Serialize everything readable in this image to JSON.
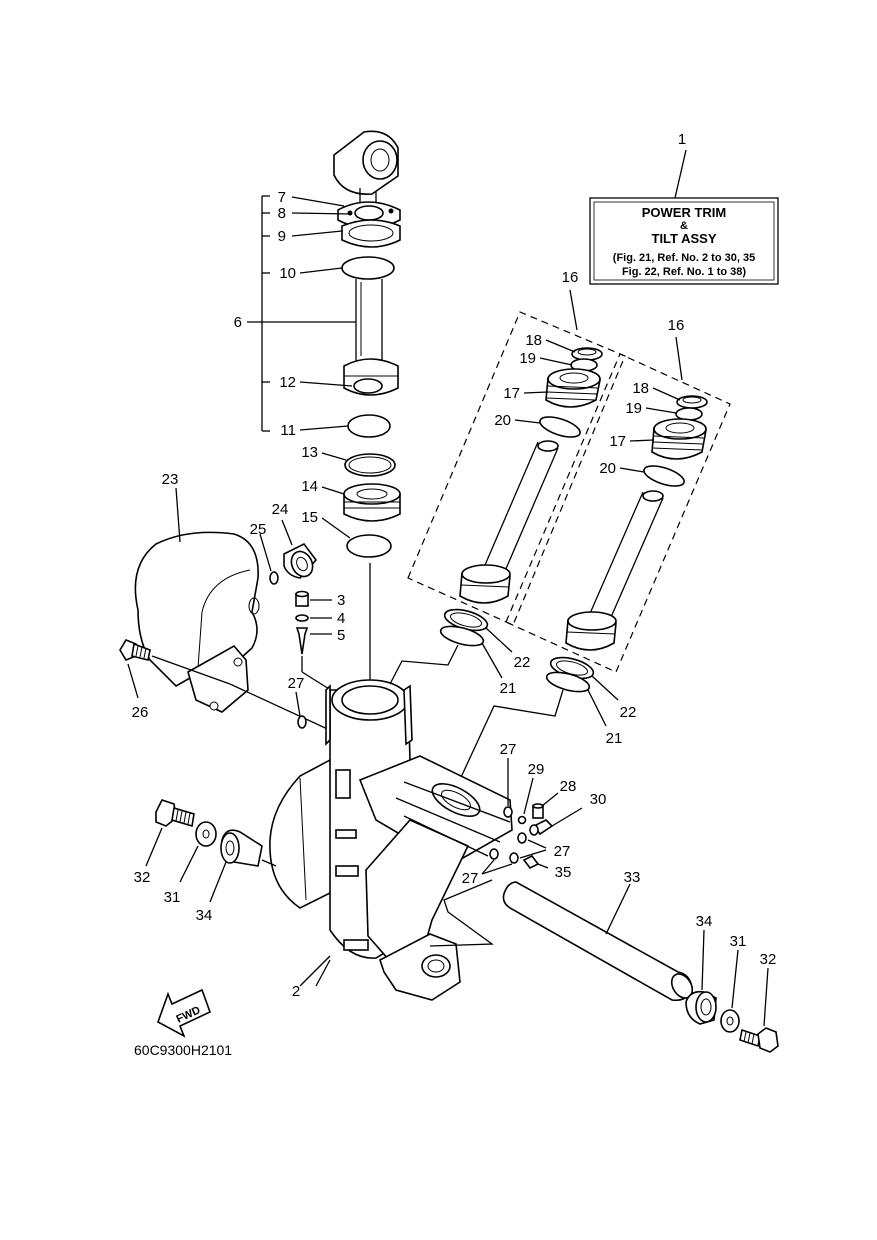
{
  "assy_box": {
    "ref": "1",
    "line1": "POWER TRIM",
    "line2": "&",
    "line3": "TILT ASSY",
    "note1": "(Fig. 21, Ref. No. 2 to 30, 35",
    "note2": "Fig. 22, Ref. No. 1 to 38)"
  },
  "fwd_label": "FWD",
  "diagram_code": "60C9300H2101",
  "callouts": {
    "c2": "2",
    "c3": "3",
    "c4": "4",
    "c5": "5",
    "c6": "6",
    "c7": "7",
    "c8": "8",
    "c9": "9",
    "c10": "10",
    "c11": "11",
    "c12": "12",
    "c13": "13",
    "c14": "14",
    "c15": "15",
    "c16a": "16",
    "c16b": "16",
    "c17a": "17",
    "c17b": "17",
    "c18a": "18",
    "c18b": "18",
    "c19a": "19",
    "c19b": "19",
    "c20a": "20",
    "c20b": "20",
    "c21a": "21",
    "c21b": "21",
    "c22a": "22",
    "c22b": "22",
    "c23": "23",
    "c24": "24",
    "c25": "25",
    "c26": "26",
    "c27a": "27",
    "c27b": "27",
    "c27c": "27",
    "c27d": "27",
    "c28": "28",
    "c29": "29",
    "c30": "30",
    "c31a": "31",
    "c31b": "31",
    "c32a": "32",
    "c32b": "32",
    "c33": "33",
    "c34a": "34",
    "c34b": "34",
    "c35": "35"
  }
}
